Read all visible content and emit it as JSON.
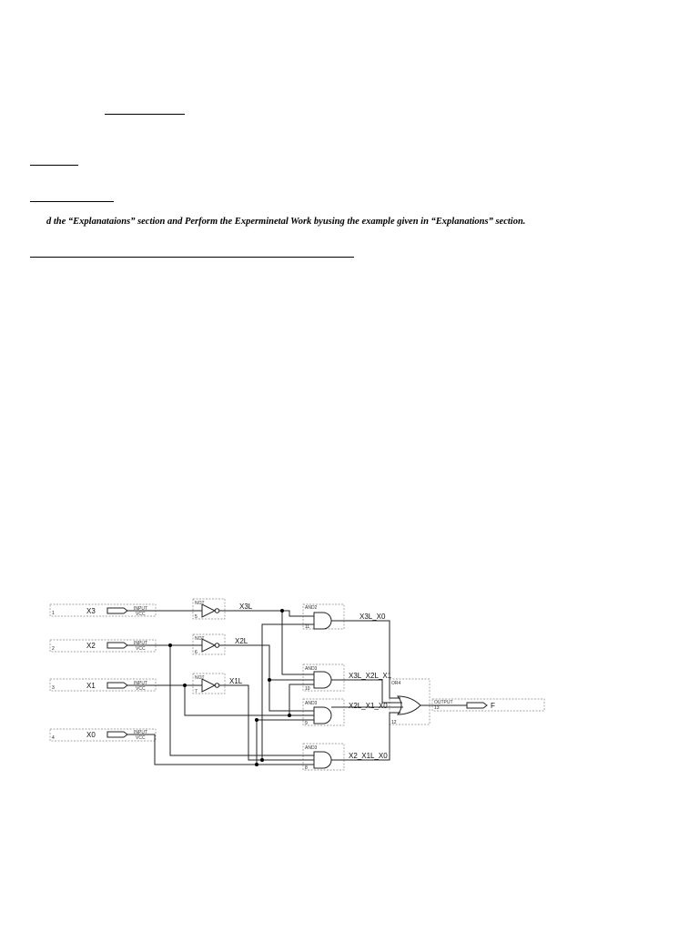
{
  "document": {
    "instruction": "d the “Explanataions” section and Perform the Experminetal Work byusing the example given in “Explanations” section."
  },
  "schematic": {
    "inputs": [
      {
        "pin": "1",
        "name": "X3",
        "type": "INPUT",
        "sub": "VCC"
      },
      {
        "pin": "2",
        "name": "X2",
        "type": "INPUT",
        "sub": "VCC"
      },
      {
        "pin": "3",
        "name": "X1",
        "type": "INPUT",
        "sub": "VCC"
      },
      {
        "pin": "4",
        "name": "X0",
        "type": "INPUT",
        "sub": "VCC"
      }
    ],
    "inverters": [
      {
        "type": "NOT",
        "num": "5",
        "out": "X3L"
      },
      {
        "type": "NOT",
        "num": "6",
        "out": "X2L"
      },
      {
        "type": "NOT",
        "num": "7",
        "out": "X1L"
      }
    ],
    "and_gates": [
      {
        "type": "AND2",
        "num": "11",
        "out": "X3L_X0"
      },
      {
        "type": "AND3",
        "num": "10",
        "out": "X3L_X2L_X1"
      },
      {
        "type": "AND3",
        "num": "9",
        "out": "X2L_X1_X0"
      },
      {
        "type": "AND3",
        "num": "8",
        "out": "X2_X1L_X0"
      }
    ],
    "or_gate": {
      "type": "OR4",
      "num": "12"
    },
    "output": {
      "type": "OUTPUT",
      "num": "13",
      "name": "F"
    }
  }
}
